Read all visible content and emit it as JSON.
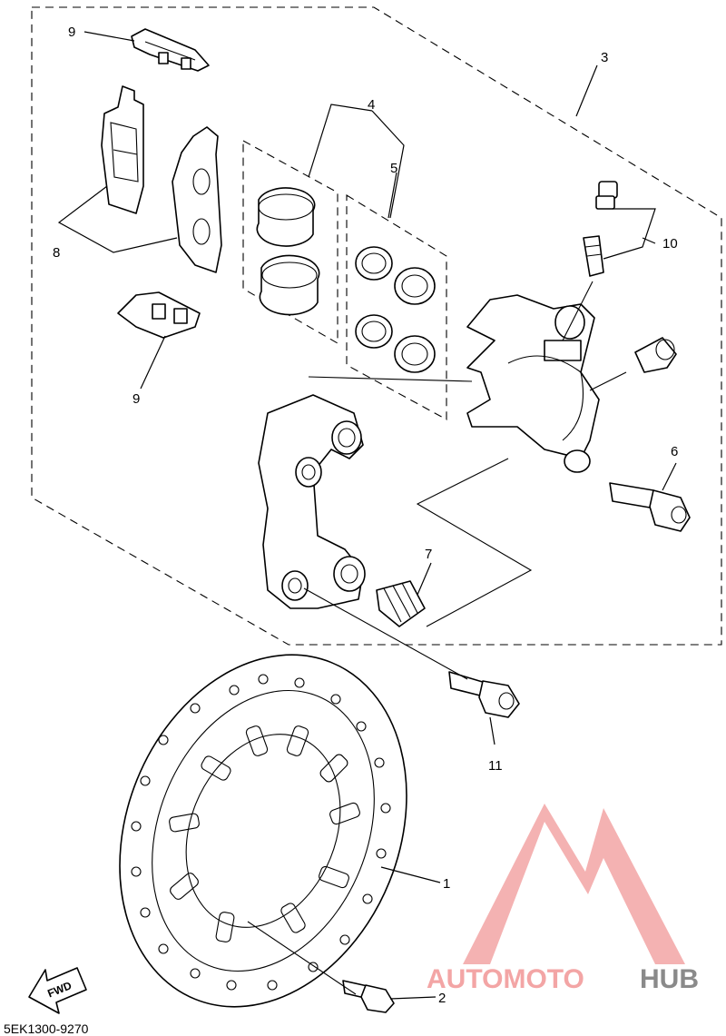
{
  "callouts": [
    {
      "id": "1",
      "label": "1"
    },
    {
      "id": "2",
      "label": "2"
    },
    {
      "id": "3",
      "label": "3"
    },
    {
      "id": "4",
      "label": "4"
    },
    {
      "id": "5",
      "label": "5"
    },
    {
      "id": "6",
      "label": "6"
    },
    {
      "id": "7",
      "label": "7"
    },
    {
      "id": "8",
      "label": "8"
    },
    {
      "id": "9a",
      "label": "9"
    },
    {
      "id": "9b",
      "label": "9"
    },
    {
      "id": "10",
      "label": "10"
    },
    {
      "id": "11",
      "label": "11"
    }
  ],
  "fwd_label": "FWD",
  "diagram_code": "5EK1300-9270",
  "watermark": {
    "part1": "AUTOMOTO",
    "part2": "HUB",
    "accent_color": "#f3a5a5",
    "secondary_color": "#8a8a8a"
  }
}
